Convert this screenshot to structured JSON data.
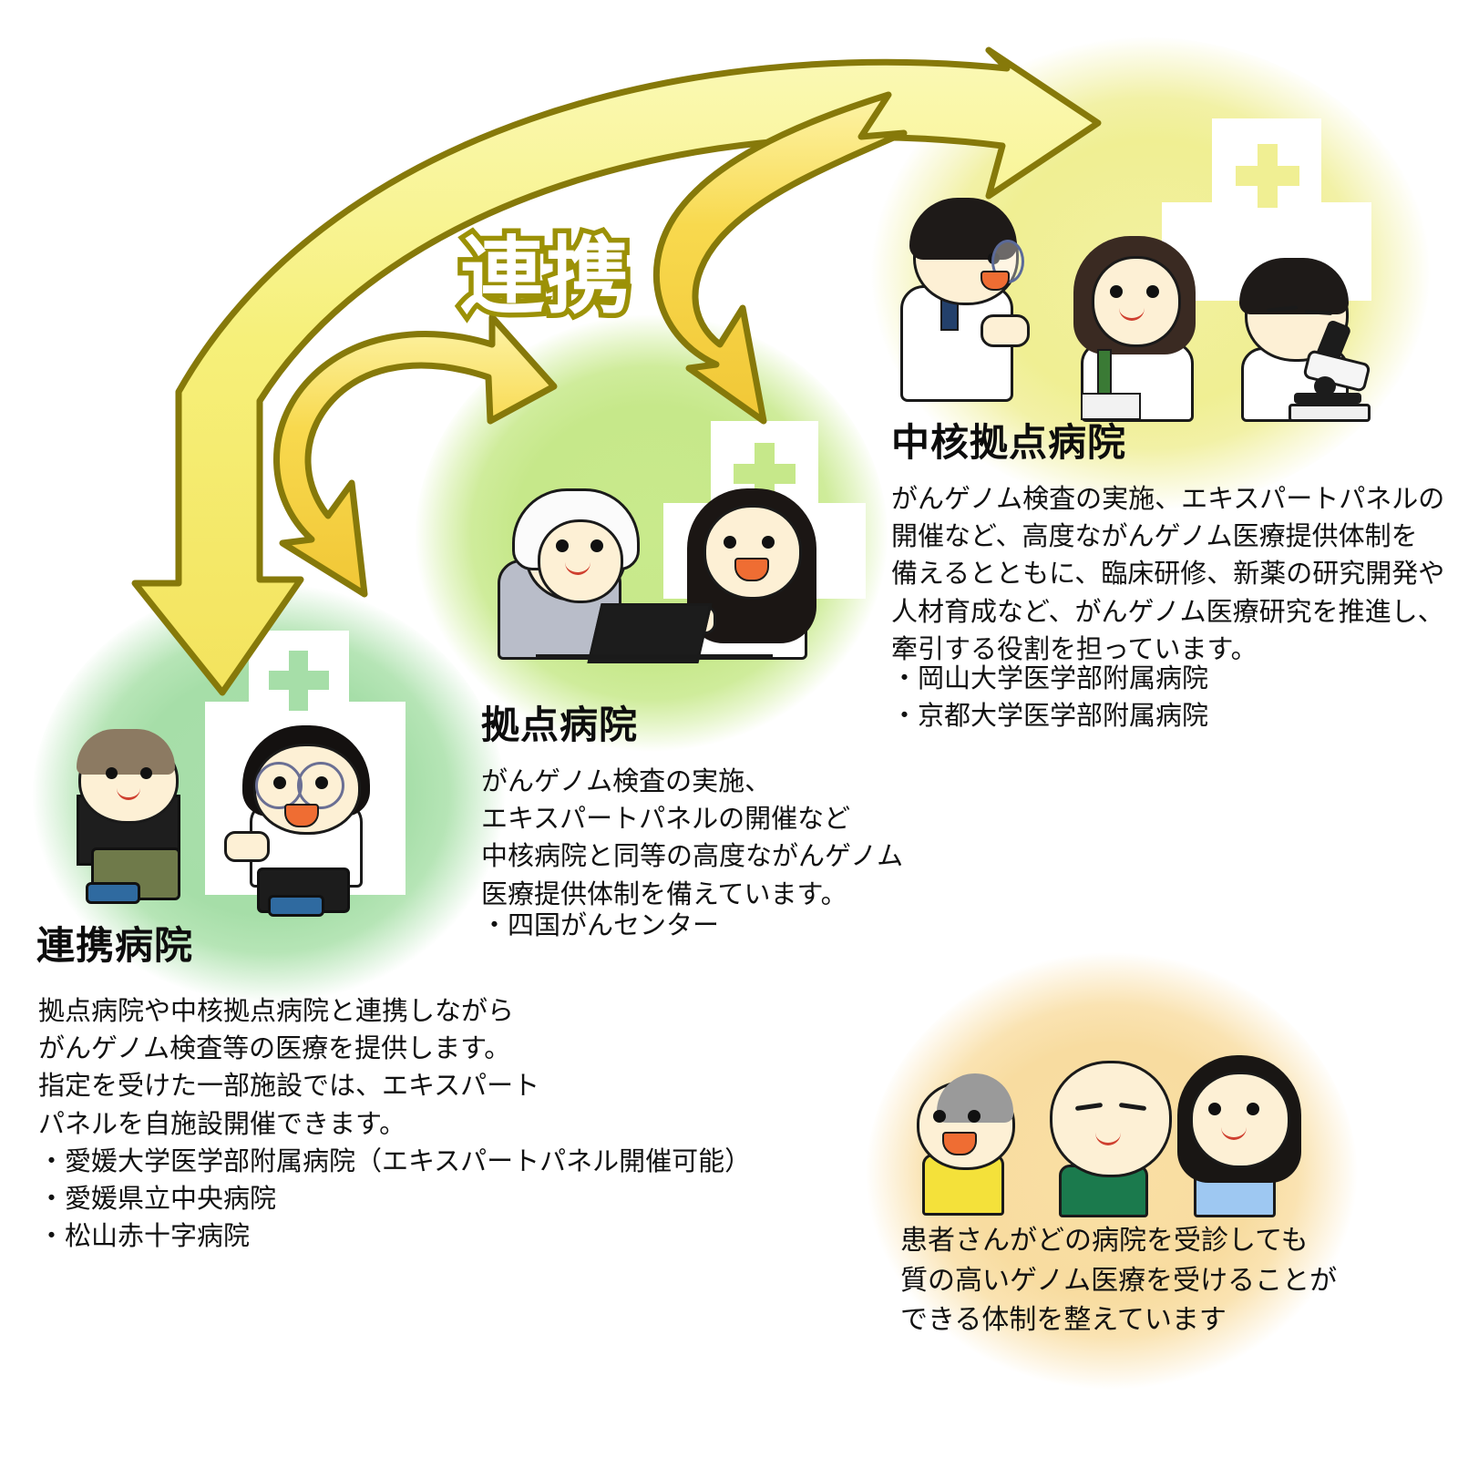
{
  "diagram": {
    "connector_label": "連携",
    "arrows": [
      {
        "name": "hub-to-link",
        "direction": "right-to-left"
      },
      {
        "name": "hub-to-base",
        "direction": "right-to-left"
      },
      {
        "name": "base-to-link",
        "direction": "left-down"
      },
      {
        "name": "link-to-base",
        "direction": "left-to-right"
      }
    ]
  },
  "sections": {
    "hub": {
      "title": "中核拠点病院",
      "description": "がんゲノム検査の実施、エキスパートパネルの\n開催など、高度ながんゲノム医療提供体制を\n備えるとともに、臨床研修、新薬の研究開発や\n人材育成など、がんゲノム医療研究を推進し、\n牽引する役割を担っています。",
      "hospitals": [
        "・岡山大学医学部附属病院",
        "・京都大学医学部附属病院"
      ],
      "blob_color": "#f0ef93"
    },
    "base": {
      "title": "拠点病院",
      "description": "がんゲノム検査の実施、\nエキスパートパネルの開催など\n中核病院と同等の高度ながんゲノム\n医療提供体制を備えています。",
      "hospitals": [
        "・四国がんセンター"
      ],
      "blob_color": "#c6e88a"
    },
    "link": {
      "title": "連携病院",
      "description": "拠点病院や中核拠点病院と連携しながら\nがんゲノム検査等の医療を提供します。\n指定を受けた一部施設では、エキスパート\nパネルを自施設開催できます。",
      "hospitals": [
        "・愛媛大学医学部附属病院（エキスパートパネル開催可能）",
        "・愛媛県立中央病院",
        "・松山赤十字病院"
      ],
      "blob_color": "#a6dea8"
    },
    "patients": {
      "description": "患者さんがどの病院を受診しても\n質の高いゲノム医療を受けることが\nできる体制を整えています",
      "blob_color": "#f8dca0"
    }
  },
  "illustrations": {
    "hub_group": "three-doctors-lab",
    "base_group": "elderly-patient-and-doctor-with-laptop",
    "link_group": "patient-and-doctor-seated",
    "patients_group": "three-patients-family",
    "hospital_sign": "white-building-with-cross"
  },
  "colors": {
    "arrow_fill_light": "#f6f07a",
    "arrow_fill_dark": "#f5cf3d",
    "arrow_outline": "#86790a",
    "label_text": "#ffffff",
    "label_outline": "#9c9106",
    "text": "#111111"
  }
}
